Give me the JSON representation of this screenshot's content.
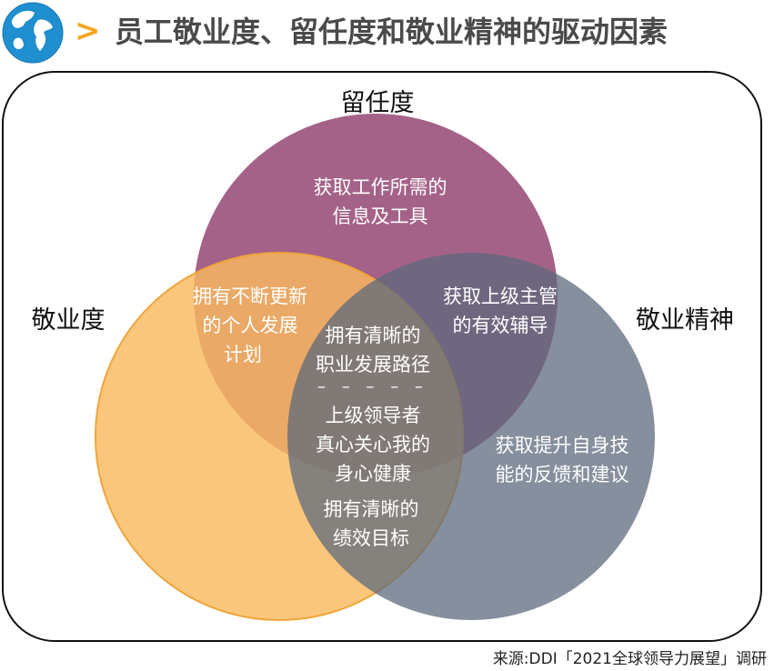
{
  "header": {
    "title": "员工敬业度、留任度和敬业精神的驱动因素",
    "icon": "globe-icon",
    "chevron_color": "#f5a623"
  },
  "diagram": {
    "sets": {
      "retention": {
        "label": "留任度",
        "color": "#a05a82"
      },
      "engagement": {
        "label": "敬业度",
        "color": "#f9b95f"
      },
      "dedication": {
        "label": "敬业精神",
        "color": "#5e6a7c"
      }
    },
    "regions": {
      "retention_only": {
        "line1": "获取工作所需的",
        "line2": "信息及工具"
      },
      "retention_engagement": {
        "line1": "拥有不断更新",
        "line2": "的个人发展",
        "line3": "计划"
      },
      "retention_dedication": {
        "line1": "获取上级主管",
        "line2": "的有效辅导"
      },
      "center": {
        "line1": "拥有清晰的",
        "line2": "职业发展路径",
        "divider": "– – – – –",
        "line3": "上级领导者",
        "line4": "真心关心我的",
        "line5": "身心健康"
      },
      "dedication_only": {
        "line1": "获取提升自身技",
        "line2": "能的反馈和建议"
      },
      "engagement_dedication": {
        "line1": "拥有清晰的",
        "line2": "绩效目标"
      }
    }
  },
  "footer": {
    "source": "来源:DDI「2021全球领导力展望」调研"
  }
}
